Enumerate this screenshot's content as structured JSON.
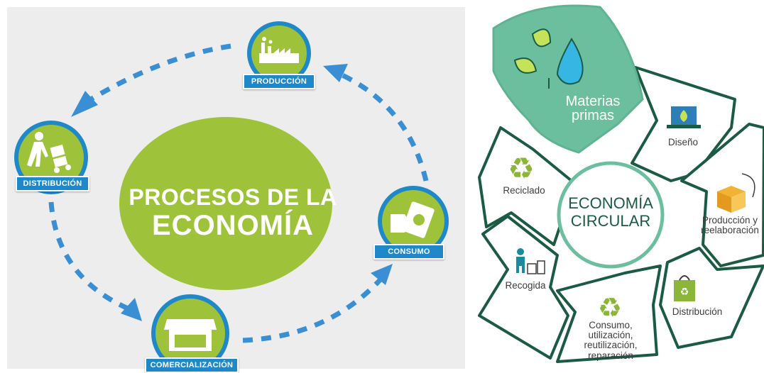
{
  "left": {
    "title_line1": "PROCESOS DE LA",
    "title_line2": "ECONOMÍA",
    "nodes": {
      "produccion": "PRODUCCIÓN",
      "distribucion": "DISTRIBUCIÓN",
      "consumo": "CONSUMO",
      "comercializacion": "COMERCIALIZACIÓN"
    },
    "icons": [
      "factory-icon",
      "hand-truck-icon",
      "money-hand-icon",
      "market-stall-icon"
    ]
  },
  "right": {
    "materias_primas": "Materias primas",
    "center_line1": "ECONOMÍA",
    "center_line2": "CIRCULAR",
    "segments": {
      "diseno": "Diseño",
      "produccion": "Producción y reelaboración",
      "distribucion": "Distribución",
      "consumo": "Consumo, utilización, reutilización, reparación",
      "recogida": "Recogida",
      "reciclado": "Reciclado"
    },
    "icons": [
      "leaves-water-drop-icon",
      "laptop-leaf-icon",
      "box-cycle-icon",
      "bag-recycle-icon",
      "recycle-icon",
      "trash-person-icon",
      "recycle-icon"
    ],
    "colors": {
      "dark_green": "#1b5a43",
      "light_green": "#6bbf9e",
      "mint": "#5fb393"
    }
  },
  "colors": {
    "lime": "#9ec33a",
    "blue": "#1e88c9",
    "bg": "#ededed"
  }
}
